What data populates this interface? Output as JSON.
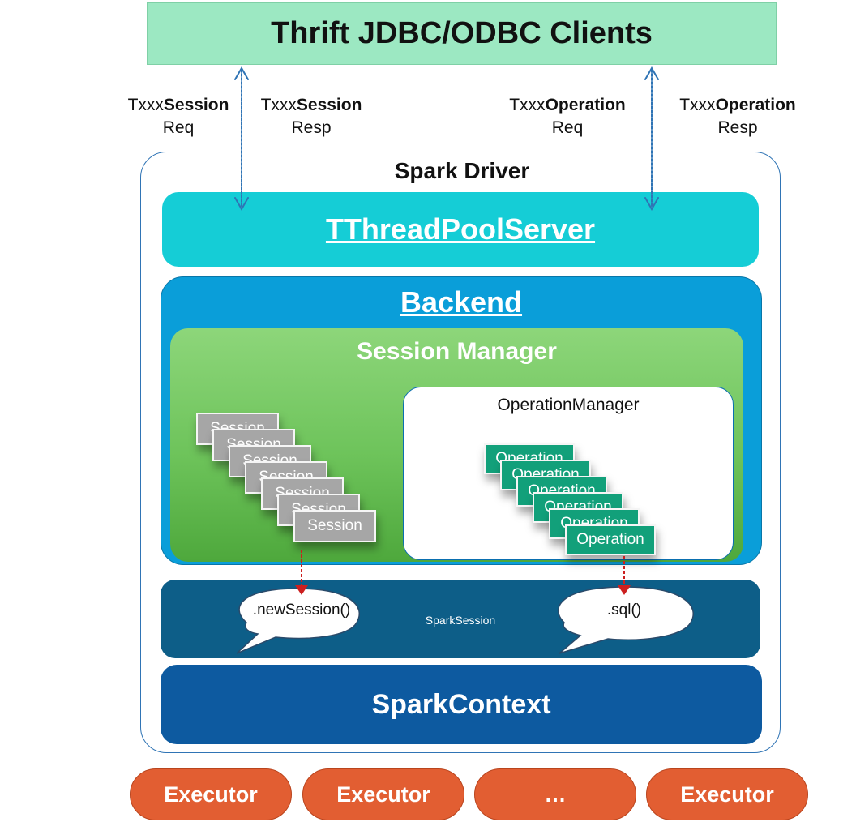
{
  "clients": {
    "title": "Thrift JDBC/ODBC Clients"
  },
  "labels": {
    "session_req": {
      "prefix": "Txxx",
      "bold": "Session",
      "suffix": "Req"
    },
    "session_resp": {
      "prefix": "Txxx",
      "bold": "Session",
      "suffix": "Resp"
    },
    "operation_req": {
      "prefix": "Txxx",
      "bold": "Operation",
      "suffix": "Req"
    },
    "operation_resp": {
      "prefix": "Txxx",
      "bold": "Operation",
      "suffix": "Resp"
    }
  },
  "driver": {
    "title": "Spark Driver"
  },
  "thread_pool": {
    "title": "TThreadPoolServer"
  },
  "backend": {
    "title": "Backend"
  },
  "session_manager": {
    "title": "Session Manager",
    "sessions": [
      "Session",
      "Session",
      "Session",
      "Session",
      "Session",
      "Session",
      "Session"
    ]
  },
  "operation_manager": {
    "title": "OperationManager",
    "operations": [
      "Operation",
      "Operation",
      "Operation",
      "Operation",
      "Operation",
      "Operation"
    ]
  },
  "spark_session": {
    "label": "SparkSession",
    "calls": [
      ".newSession()",
      ".sql()"
    ]
  },
  "spark_context": {
    "title": "SparkContext"
  },
  "executors": [
    "Executor",
    "Executor",
    "…",
    "Executor"
  ],
  "colors": {
    "clients_bg": "#9ce8c2",
    "thread_pool_bg": "#15cdd6",
    "backend_bg": "#0a9ed9",
    "session_manager_bg": "#6dc35a",
    "spark_session_bg": "#0d5e88",
    "spark_context_bg": "#0d5aa0",
    "executor_bg": "#e25e32",
    "session_card": "#a6a6a6",
    "operation_card": "#12a07a",
    "arrow_blue": "#2f74b5",
    "arrow_red": "#cc1f1f"
  }
}
